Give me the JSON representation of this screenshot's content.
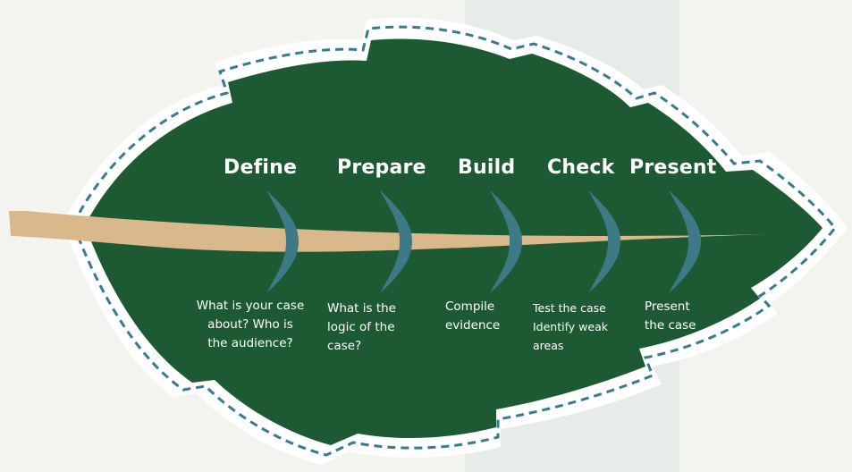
{
  "steps": [
    {
      "title": "Define",
      "description": [
        "What is your case",
        "about? Who is",
        "the audience?"
      ]
    },
    {
      "title": "Prepare",
      "description": [
        "What is the",
        "logic of the",
        "case?"
      ]
    },
    {
      "title": "Build",
      "description": [
        "Compile",
        "evidence"
      ]
    },
    {
      "title": "Check",
      "description": [
        "Test the case",
        "Identify weak",
        "areas"
      ]
    },
    {
      "title": "Present",
      "description": [
        "Present",
        "the case"
      ]
    }
  ],
  "colors": {
    "leaf": "#1d5a34",
    "stem": "#d9b98c",
    "chevron": "#3e7a86",
    "dashed_outline": "#3a7a8e",
    "text": "#ffffff"
  }
}
